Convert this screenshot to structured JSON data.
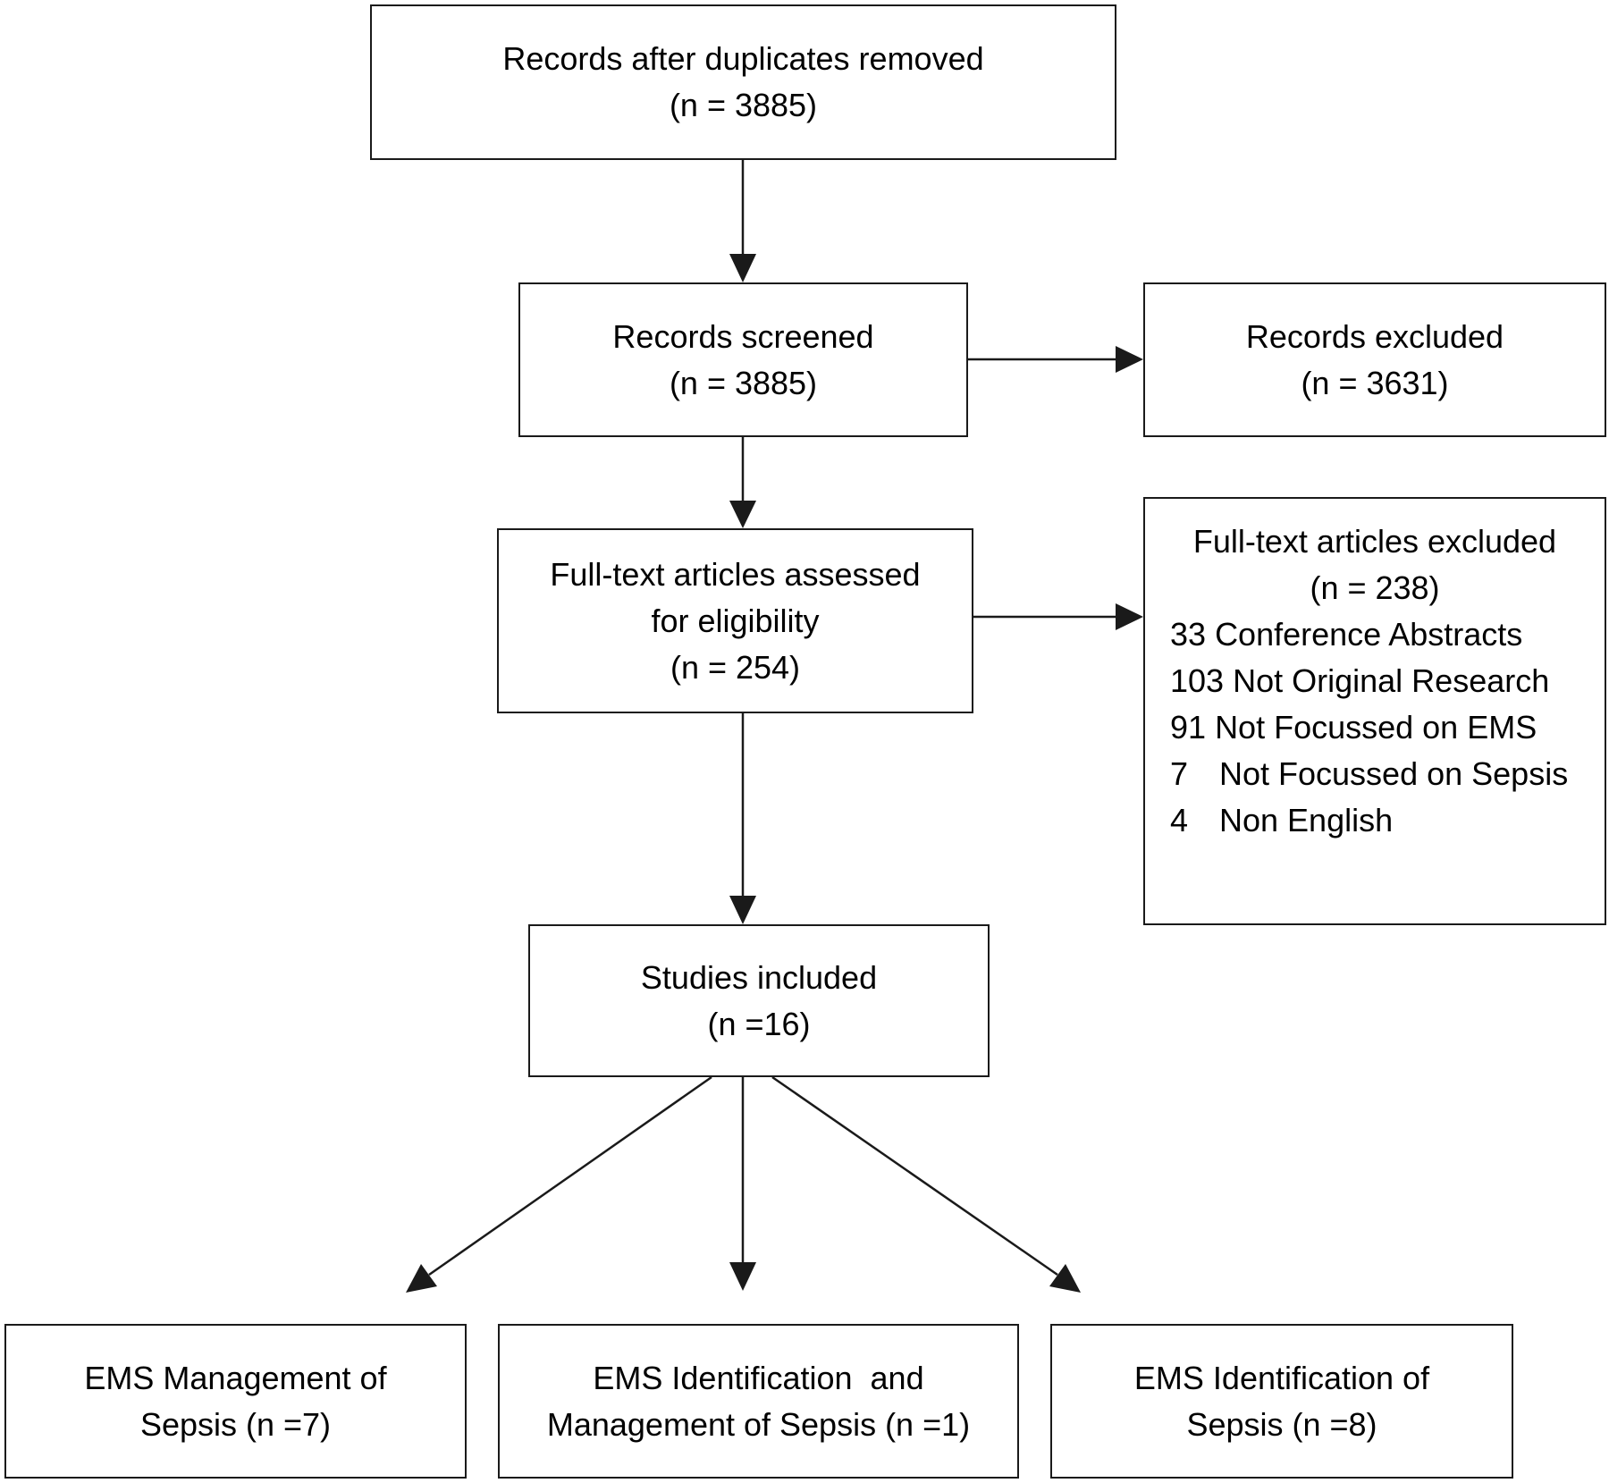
{
  "boxes": {
    "records_after_duplicates": {
      "lines": [
        "Records after duplicates removed",
        "(n = 3885)"
      ]
    },
    "records_screened": {
      "lines": [
        "Records screened",
        "(n = 3885)"
      ]
    },
    "records_excluded": {
      "lines": [
        "Records excluded",
        "(n = 3631)"
      ]
    },
    "fulltext_assessed": {
      "lines": [
        "Full-text articles assessed",
        "for eligibility",
        "(n = 254)"
      ]
    },
    "fulltext_excluded": {
      "title": "Full-text articles excluded",
      "count": "(n = 238)",
      "reasons": [
        {
          "count": "33",
          "label": "Conference Abstracts"
        },
        {
          "count": "103",
          "label": "Not Original Research"
        },
        {
          "count": "91",
          "label": "Not Focussed on EMS"
        },
        {
          "count": "7",
          "label": "Not Focussed on Sepsis"
        },
        {
          "count": "4",
          "label": "Non English"
        }
      ]
    },
    "studies_included": {
      "lines": [
        "Studies included",
        "(n =16)"
      ]
    },
    "ems_management": {
      "lines": [
        "EMS Management of",
        "Sepsis (n =7)"
      ]
    },
    "ems_identification_management": {
      "lines": [
        "EMS Identification  and",
        "Management of Sepsis (n =1)"
      ]
    },
    "ems_identification": {
      "lines": [
        "EMS Identification of",
        "Sepsis (n =8)"
      ]
    }
  },
  "colors": {
    "stroke": "#1a1a1a",
    "background": "#ffffff"
  }
}
